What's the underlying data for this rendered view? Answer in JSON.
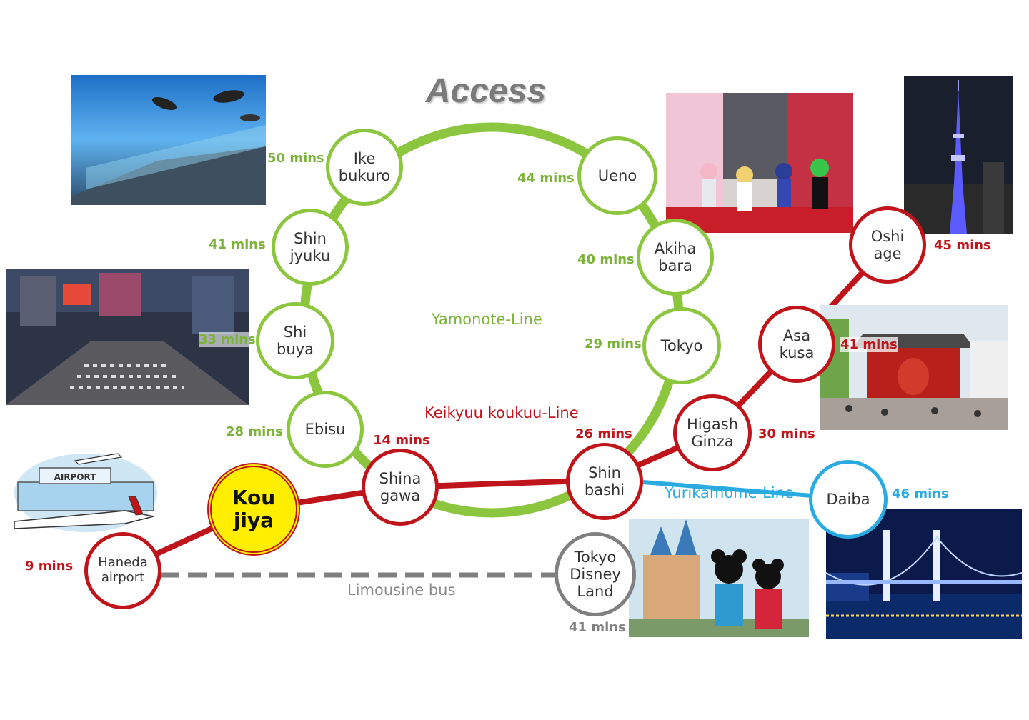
{
  "title": "Access",
  "lines": {
    "yamanote": "Yamonote-Line",
    "keikyuu": "Keikyuu koukuu-Line",
    "yurikamome": "Yurikamome-Line",
    "limousine": "Limousine bus"
  },
  "stations": {
    "ikebukuro": {
      "name": "Ike\nbukuro",
      "time": "50 mins"
    },
    "ueno": {
      "name": "Ueno",
      "time": "44 mins"
    },
    "shinjyuku": {
      "name": "Shin\njyuku",
      "time": "41 mins"
    },
    "akihabara": {
      "name": "Akiha\nbara",
      "time": "40 mins"
    },
    "shibuya": {
      "name": "Shi\nbuya",
      "time": "33 mins"
    },
    "tokyo": {
      "name": "Tokyo",
      "time": "29 mins"
    },
    "ebisu": {
      "name": "Ebisu",
      "time": "28 mins"
    },
    "shinagawa": {
      "name": "Shina\ngawa",
      "time": "14 mins"
    },
    "shinbashi": {
      "name": "Shin\nbashi",
      "time": "26 mins"
    },
    "higashiginza": {
      "name": "Higash\nGinza",
      "time": "30 mins"
    },
    "asakusa": {
      "name": "Asa\nkusa",
      "time": "41 mins"
    },
    "oshiage": {
      "name": "Oshi\nage",
      "time": "45 mins"
    },
    "daiba": {
      "name": "Daiba",
      "time": "46 mins"
    },
    "disney": {
      "name": "Tokyo\nDisney\nLand",
      "time": "41 mins"
    },
    "haneda": {
      "name": "Haneda\nairport",
      "time": "9 mins"
    },
    "koujiya": {
      "name": "Kou\njiya"
    }
  },
  "photos": {
    "airport_sign": "AIRPORT"
  },
  "colors": {
    "yamanote": "#8cc63f",
    "keikyuu": "#c0141b",
    "yurikamome": "#29abe2",
    "limousine": "#808080",
    "home": "#ffee00"
  }
}
